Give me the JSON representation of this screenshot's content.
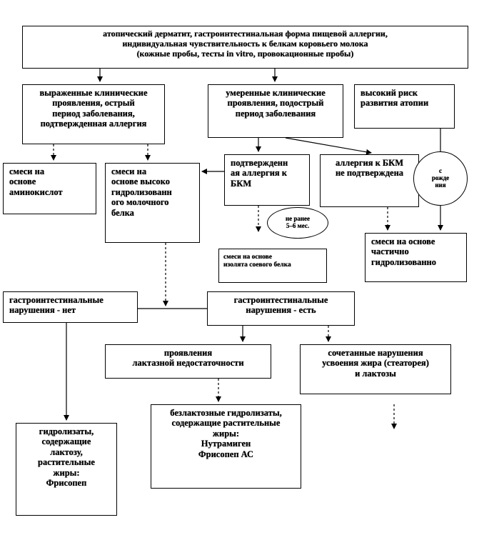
{
  "nodes": {
    "top": "атопический дерматит, гастроинтестинальная форма пищевой аллергии,\nиндивидуальная чувствительность к белкам коровьего молока\n(кожные пробы,  тесты in vitro, провокационные  пробы)",
    "severe": "выраженные клинические\nпроявления, острый\nпериод заболевания,\nподтвержденная аллергия",
    "moderate": "умеренные клинические\nпроявления, подострый\nпериод заболевания",
    "high_risk": "высокий риск\nразвития атопии",
    "amino": "смеси на\nоснове\nаминокислот",
    "hydrolyzed": "смеси на\nоснове высоко\nгидролизованн\nого молочного\nбелка",
    "confirmed": "подтвержденн\nая аллергия к\nБКМ",
    "not_confirmed": "аллергия к БКМ\nне подтверждена",
    "birth": "с\nрожде\nния",
    "not_before": "не ранее\n5–6 мес.",
    "soy": "смеси на основе\nизолята  соевого белка",
    "partial": "смеси на основе\nчастично\nгидролизованно",
    "gi_no": "гастроинтестинальные\nнарушения   - нет",
    "gi_yes": "гастроинтестинальные\nнарушения  - есть",
    "lactase": "проявления\nлактазной недостаточности",
    "combined": "сочетанные нарушения\nусвоения жира (стеаторея)\nи лактозы",
    "lactose_free": "безлактозные гидролизаты,\nсодержащие  растительные\nжиры:\nНутрамиген\nФрисопеп АС",
    "lactose_hydro": "гидролизаты,\nсодержащие\nлактозу,\nрастительные\nжиры:\nФрисопеп"
  }
}
